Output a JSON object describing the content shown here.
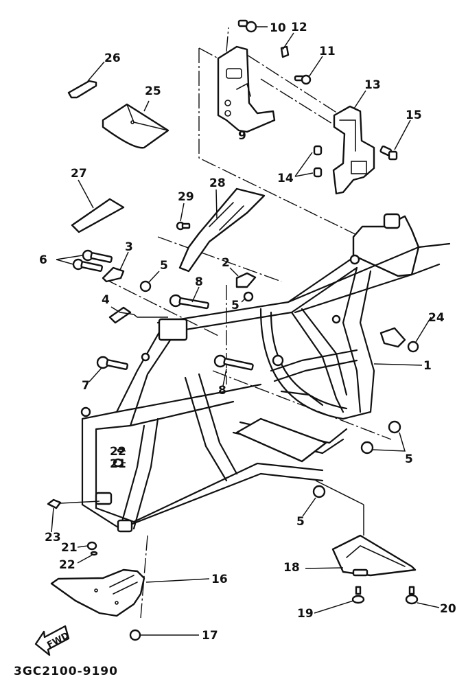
{
  "diagram": {
    "title": "Frame exploded view",
    "part_number": "3GC2100-9190",
    "fwd_marker": "FWD",
    "callouts": [
      {
        "id": "c10",
        "label": "10"
      },
      {
        "id": "c12",
        "label": "12"
      },
      {
        "id": "c11",
        "label": "11"
      },
      {
        "id": "c13",
        "label": "13"
      },
      {
        "id": "c15",
        "label": "15"
      },
      {
        "id": "c14",
        "label": "14"
      },
      {
        "id": "c9",
        "label": "9"
      },
      {
        "id": "c26",
        "label": "26"
      },
      {
        "id": "c25",
        "label": "25"
      },
      {
        "id": "c27",
        "label": "27"
      },
      {
        "id": "c29",
        "label": "29"
      },
      {
        "id": "c28",
        "label": "28"
      },
      {
        "id": "c6",
        "label": "6"
      },
      {
        "id": "c3",
        "label": "3"
      },
      {
        "id": "c5a",
        "label": "5"
      },
      {
        "id": "c2",
        "label": "2"
      },
      {
        "id": "c5b",
        "label": "5"
      },
      {
        "id": "c8a",
        "label": "8"
      },
      {
        "id": "c4",
        "label": "4"
      },
      {
        "id": "c24",
        "label": "24"
      },
      {
        "id": "c1",
        "label": "1"
      },
      {
        "id": "c7",
        "label": "7"
      },
      {
        "id": "c8b",
        "label": "8"
      },
      {
        "id": "c5c",
        "label": "5"
      },
      {
        "id": "c22a",
        "label": "22"
      },
      {
        "id": "c21a",
        "label": "21"
      },
      {
        "id": "c23",
        "label": "23"
      },
      {
        "id": "c5d",
        "label": "5"
      },
      {
        "id": "c21b",
        "label": "21"
      },
      {
        "id": "c22b",
        "label": "22"
      },
      {
        "id": "c18",
        "label": "18"
      },
      {
        "id": "c16",
        "label": "16"
      },
      {
        "id": "c19",
        "label": "19"
      },
      {
        "id": "c20",
        "label": "20"
      },
      {
        "id": "c17",
        "label": "17"
      }
    ]
  }
}
